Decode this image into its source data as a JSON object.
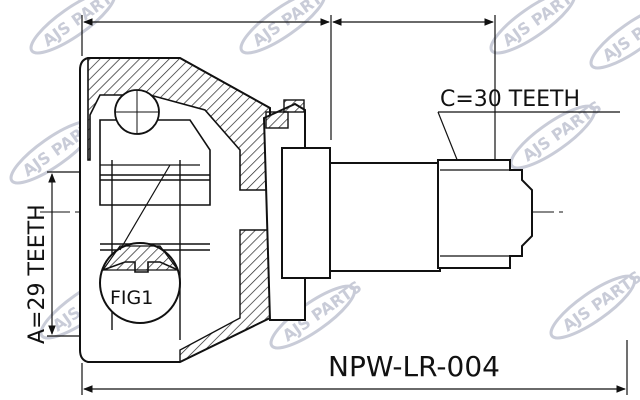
{
  "labels": {
    "spline_c": "C=30 TEETH",
    "spline_a": "A=29 TEETH",
    "fig": "FIG1",
    "part_number": "NPW-LR-004"
  },
  "watermark": {
    "text": "AJS PARTS",
    "color": "#c9ccd8"
  },
  "colors": {
    "line": "#111111",
    "background": "#ffffff"
  }
}
